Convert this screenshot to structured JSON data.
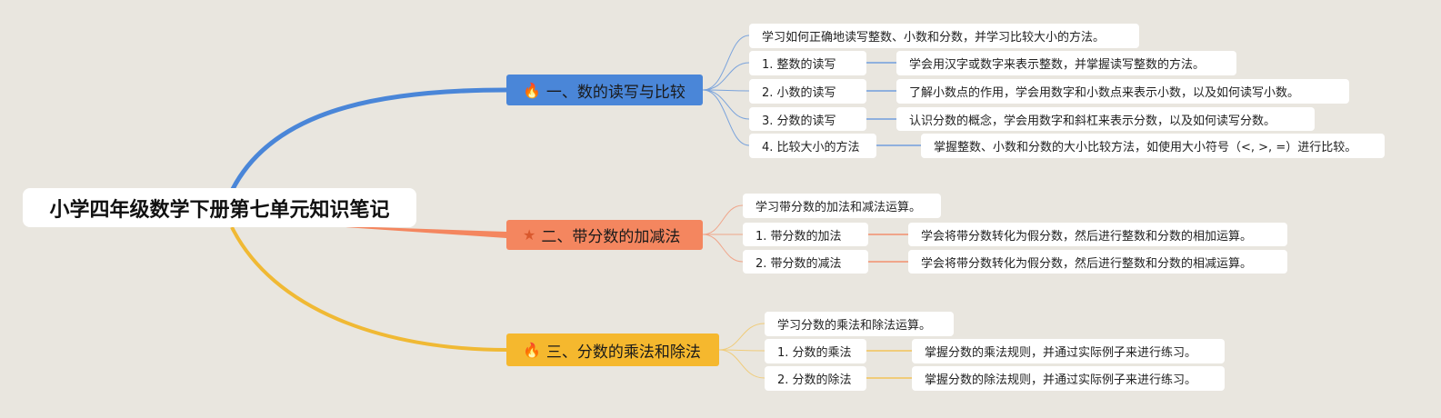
{
  "root": {
    "title": "小学四年级数学下册第七单元知识笔记"
  },
  "colors": {
    "background": "#e9e6df",
    "branch1": "#4a86d8",
    "branch2": "#f4865f",
    "branch3": "#f5b82e"
  },
  "branches": [
    {
      "icon": "fire-icon",
      "title": "一、数的读写与比较",
      "summary": "学习如何正确地读写整数、小数和分数，并学习比较大小的方法。",
      "items": [
        {
          "label": "1. 整数的读写",
          "desc": "学会用汉字或数字来表示整数，并掌握读写整数的方法。"
        },
        {
          "label": "2. 小数的读写",
          "desc": "了解小数点的作用，学会用数字和小数点来表示小数，以及如何读写小数。"
        },
        {
          "label": "3. 分数的读写",
          "desc": "认识分数的概念，学会用数字和斜杠来表示分数，以及如何读写分数。"
        },
        {
          "label": "4. 比较大小的方法",
          "desc": "掌握整数、小数和分数的大小比较方法，如使用大小符号（<, >, =）进行比较。"
        }
      ]
    },
    {
      "icon": "star-icon",
      "title": "二、带分数的加减法",
      "summary": "学习带分数的加法和减法运算。",
      "items": [
        {
          "label": "1. 带分数的加法",
          "desc": "学会将带分数转化为假分数，然后进行整数和分数的相加运算。"
        },
        {
          "label": "2. 带分数的减法",
          "desc": "学会将带分数转化为假分数，然后进行整数和分数的相减运算。"
        }
      ]
    },
    {
      "icon": "fire-icon",
      "title": "三、分数的乘法和除法",
      "summary": "学习分数的乘法和除法运算。",
      "items": [
        {
          "label": "1. 分数的乘法",
          "desc": "掌握分数的乘法规则，并通过实际例子来进行练习。"
        },
        {
          "label": "2. 分数的除法",
          "desc": "掌握分数的除法规则，并通过实际例子来进行练习。"
        }
      ]
    }
  ]
}
